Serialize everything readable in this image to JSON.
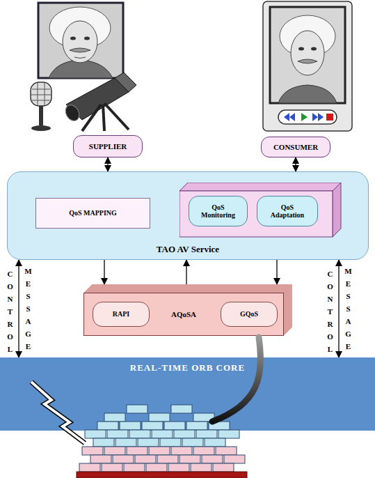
{
  "diagram": {
    "nodes": [
      {
        "text": [
          "SUPPLIER"
        ]
      },
      {
        "text": [
          "CONSUMER"
        ]
      },
      {
        "text": [
          "TAO AV Service"
        ]
      },
      {
        "text": [
          "QoS MAPPING"
        ],
        "in": 2
      },
      {
        "text": [
          "QoS Monitoring"
        ],
        "in": 2
      },
      {
        "text": [
          "QoS Adaptation"
        ],
        "in": 2
      },
      {
        "text": [
          "AQoSA"
        ]
      },
      {
        "text": [
          "RAPI"
        ],
        "in": 6
      },
      {
        "text": [
          "GQoS"
        ],
        "in": 6
      },
      {
        "text": [
          "REAL-TIME ORB CORE"
        ]
      }
    ],
    "edges": [
      {
        "from": 0,
        "to": 2,
        "arrow": "both"
      },
      {
        "from": 1,
        "to": 2,
        "arrow": "both"
      },
      {
        "from": 2,
        "to": 6,
        "arrow": "to"
      },
      {
        "from": 6,
        "to": 2,
        "arrow": "to"
      },
      {
        "from": 2,
        "to": 6,
        "arrow": "to"
      },
      {
        "from": 2,
        "to": 9,
        "arrow": "both"
      },
      {
        "from": 2,
        "to": 9,
        "arrow": "both"
      }
    ],
    "labels": [
      "CONTROL",
      "MESSAGE",
      "CONTROL",
      "MESSAGE"
    ]
  }
}
